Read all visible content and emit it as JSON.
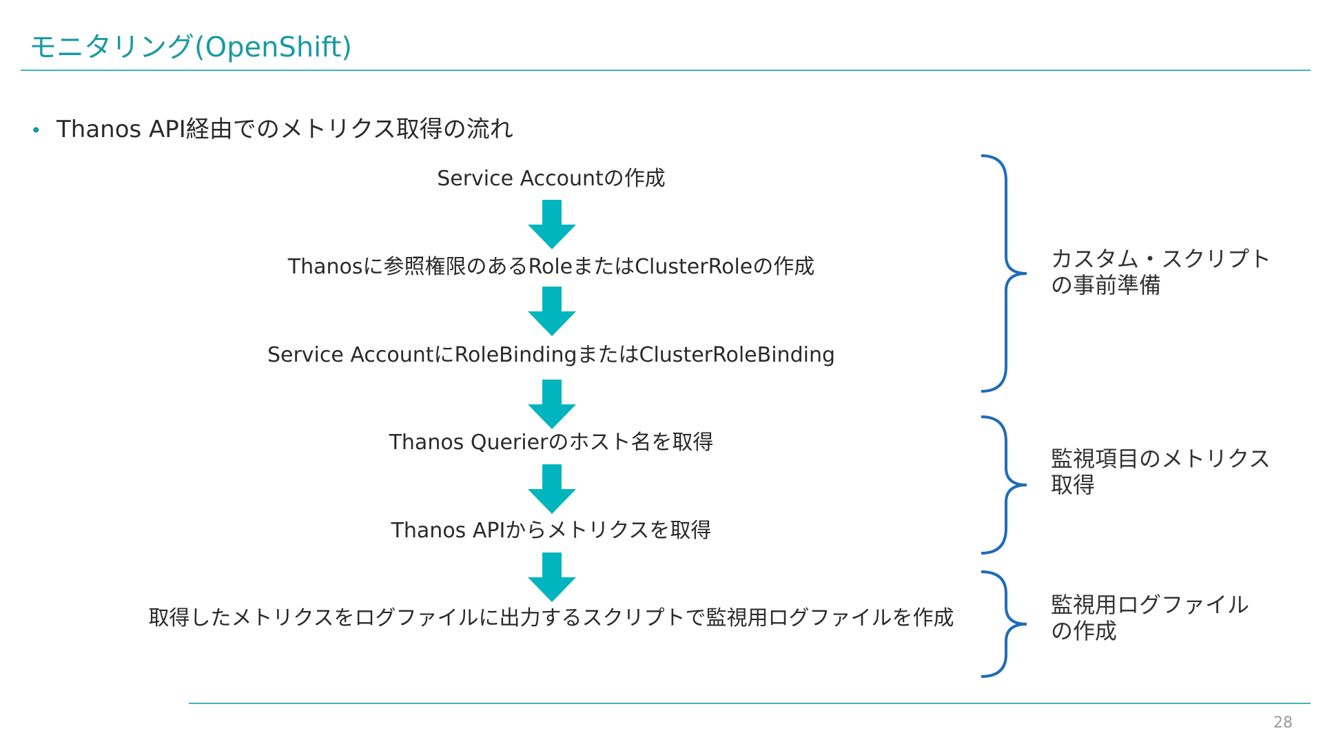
{
  "slide": {
    "title": "モニタリング(OpenShift)",
    "bullet_marker": "•",
    "bullet": "Thanos API経由でのメトリクス取得の流れ",
    "page_number": "28"
  },
  "flow": {
    "steps": [
      "Service Accountの作成",
      "Thanosに参照権限のあるRoleまたはClusterRoleの作成",
      "Service AccountにRoleBindingまたはClusterRoleBinding",
      "Thanos Querierのホスト名を取得",
      "Thanos APIからメトリクスを取得",
      "取得したメトリクスをログファイルに出力するスクリプトで監視用ログファイルを作成"
    ],
    "groups": [
      {
        "label_line1": "カスタム・スクリプト",
        "label_line2": "の事前準備",
        "steps": [
          1,
          2,
          3
        ]
      },
      {
        "label_line1": "監視項目のメトリクス",
        "label_line2": "取得",
        "steps": [
          4,
          5
        ]
      },
      {
        "label_line1": "監視用ログファイル",
        "label_line2": "の作成",
        "steps": [
          6
        ]
      }
    ]
  },
  "colors": {
    "accent": "#1a9aa3",
    "rule": "#3eb3c0",
    "arrow": "#00b5bd",
    "brace": "#1f6cb8",
    "text": "#2a2a2a"
  }
}
